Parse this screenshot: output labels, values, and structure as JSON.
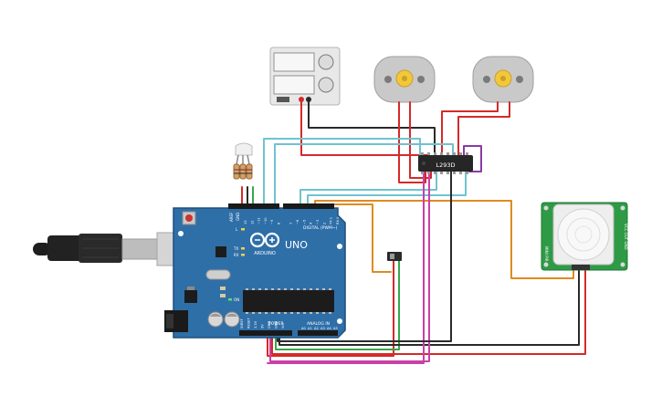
{
  "colors": {
    "board": "#2f6fa8",
    "board_edge": "#1f4f7c",
    "wire_red": "#d42a2a",
    "wire_black": "#2a2a2a",
    "wire_cyan": "#6fc3d0",
    "wire_orange": "#e08a22",
    "wire_green": "#3aa64a",
    "wire_magenta": "#c940a8",
    "wire_purple": "#8a3aa8",
    "pir_board": "#2e9a46",
    "motor_body": "#c9c9c9",
    "motor_gear": "#f2c73a"
  },
  "arduino": {
    "model": "UNO",
    "brand": "ARDUINO",
    "header_digital": "DIGITAL (PWM~)",
    "header_power": "POWER",
    "header_analog": "ANALOG IN",
    "label_tx": "TX",
    "label_rx": "RX",
    "label_l": "L",
    "label_on": "ON",
    "label_aref": "AREF",
    "label_gnd": "GND",
    "digital_pins": [
      "13",
      "12",
      "~11",
      "~10",
      "~9",
      "8",
      "7",
      "~6",
      "~5",
      "4",
      "~3",
      "2",
      "TX 1",
      "RX 0"
    ],
    "power_pins": [
      "IOREF",
      "RESET",
      "3.3V",
      "5V",
      "GND",
      "GND",
      "Vin"
    ],
    "analog_pins": [
      "A0",
      "A1",
      "A2",
      "A3",
      "A4",
      "A5"
    ]
  },
  "driver": {
    "label": "L293D"
  },
  "power_supply": {
    "icon": "bench-power-supply-icon"
  },
  "motors": [
    {
      "icon": "dc-motor-icon"
    },
    {
      "icon": "dc-motor-icon"
    }
  ],
  "pir": {
    "icon": "pir-sensor-icon",
    "left_label": "MINI PIR",
    "right_label": "VCC OUT GND"
  },
  "usb": {
    "icon": "usb-cable-icon"
  }
}
